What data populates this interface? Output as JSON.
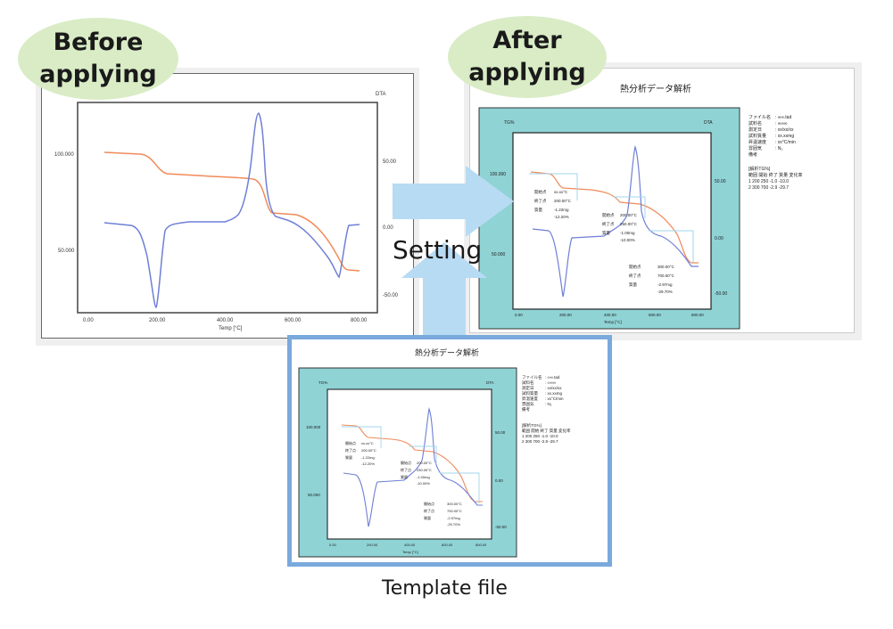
{
  "labels": {
    "before": "Before\napplying",
    "after": "After\napplying",
    "setting": "Setting",
    "template": "Template file"
  },
  "report_title": "熱分析データ解析",
  "before_chart": {
    "y_left_ticks": [
      "100.000",
      "50.000"
    ],
    "y_right_ticks": [
      "50.00",
      "0.00",
      "-50.00"
    ],
    "x_ticks": [
      "0.00",
      "200.00",
      "400.00",
      "600.00",
      "800.00"
    ],
    "x_label": "Temp [°C]",
    "right_unit": "DTA"
  },
  "report_chart": {
    "y_left_ticks": [
      "100.000",
      "50.000"
    ],
    "y_right_ticks": [
      "50.00",
      "0.00",
      "-50.00"
    ],
    "x_ticks": [
      "0.00",
      "200.00",
      "400.00",
      "600.00",
      "800.00"
    ],
    "x_label": "Temp [°C]",
    "left_unit": "TG%",
    "right_unit": "DTA"
  },
  "annotations": {
    "box1": [
      "開始点",
      "終了点",
      "質量"
    ],
    "box1_vals": [
      "xx.xx°C",
      "200.00°C",
      "-1.22mg",
      "-12.20%"
    ],
    "box2": [
      "開始点",
      "終了点",
      "質量"
    ],
    "box2_vals": [
      "200.00°C",
      "250.00°C",
      "-1.00mg",
      "-10.00%"
    ],
    "box3": [
      "開始点",
      "終了点",
      "質量"
    ],
    "box3_vals": [
      "300.00°C",
      "700.00°C",
      "-2.97mg",
      "-29.70%"
    ]
  },
  "info_block": [
    "ファイル名",
    "試料名",
    "測定日",
    "試料質量",
    "昇温速度",
    "雰囲気",
    "備考"
  ],
  "info_values": [
    ": ∞∞.tad",
    ": ∞∞∞",
    ": xx/xx/xx",
    ": xx.xxmg",
    ": xx°C/min",
    ": N₂",
    ""
  ],
  "info_block2": [
    "[解析TG%]",
    "範囲 開始 終了 質量 変化率",
    "1  200  250  -1.0  -10.0",
    "2  300  700  -2.9  -29.7"
  ],
  "colors": {
    "teal": "#8fd3d5",
    "frame_blue": "#7aa9dc",
    "arrow": "#b7dbf3",
    "badge": "#d9ecc6",
    "tg_curve": "#f08a5a",
    "dta_curve": "#6f7fd6",
    "guide": "#9fd6ee"
  }
}
